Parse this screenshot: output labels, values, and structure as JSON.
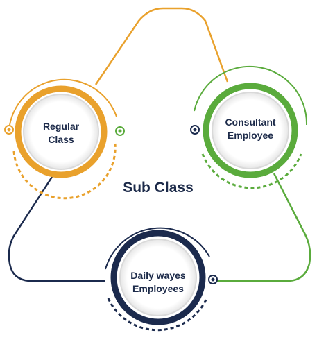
{
  "center_label": "Sub Class",
  "nodes": {
    "regular": {
      "line1": "Regular",
      "line2": "Class",
      "color": "#e9a12c"
    },
    "consultant": {
      "line1": "Consultant",
      "line2": "Employee",
      "color": "#5aab3c"
    },
    "daily": {
      "line1": "Daily wayes",
      "line2": "Employees",
      "color": "#1b2a4d"
    }
  },
  "colors": {
    "text": "#1d2b4a",
    "shadow": "#e4e4e4"
  }
}
